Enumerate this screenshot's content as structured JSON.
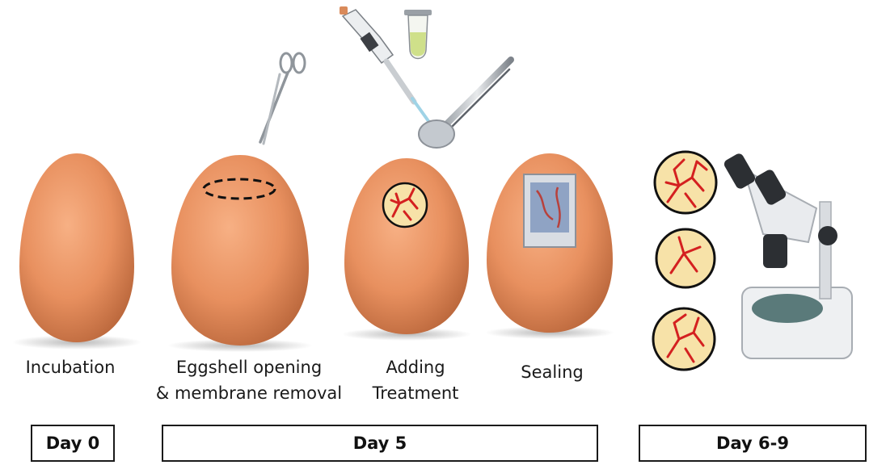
{
  "steps": {
    "incubation": "Incubation",
    "opening_line1": "Eggshell opening",
    "opening_line2": "& membrane removal",
    "treatment_line1": "Adding",
    "treatment_line2": "Treatment",
    "sealing": "Sealing"
  },
  "days": {
    "day0": "Day 0",
    "day5": "Day 5",
    "day6_9": "Day 6-9"
  },
  "colors": {
    "egg": "#e8905f",
    "vessel": "#d42020",
    "membrane": "#f7e2a8",
    "border": "#1a1a1a"
  }
}
